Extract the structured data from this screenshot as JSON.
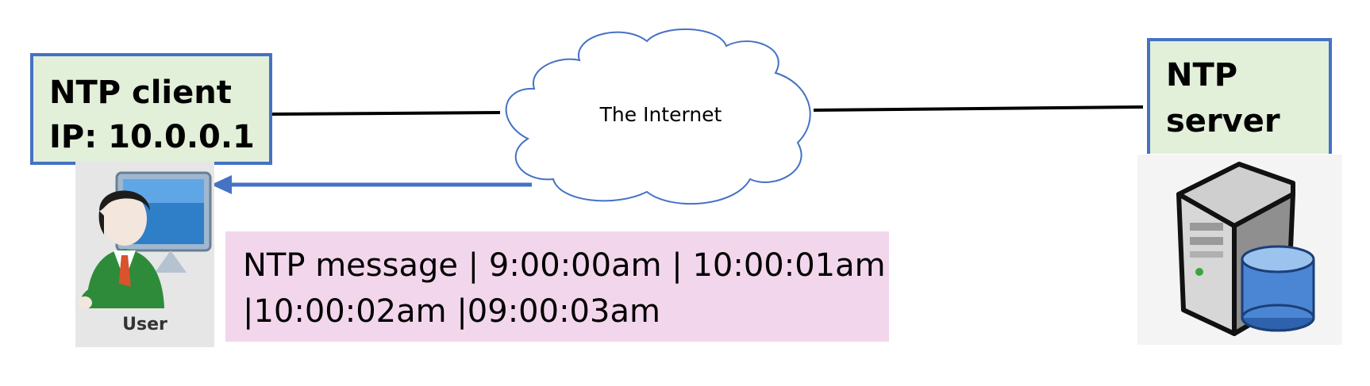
{
  "client": {
    "line1": "NTP client",
    "line2": "IP: 10.0.0.1"
  },
  "server": {
    "line1": "NTP",
    "line2": "server"
  },
  "cloud": {
    "label": "The Internet"
  },
  "user_icon": {
    "caption": "User",
    "icon": "user-at-computer-icon"
  },
  "server_icon": {
    "icon": "server-database-icon"
  },
  "message": {
    "line1": "NTP message  | 9:00:00am | 10:00:01am",
    "line2": "|10:00:02am |09:00:03am"
  },
  "colors": {
    "box_border": "#4472c4",
    "box_fill": "#e2efd9",
    "message_fill": "#f2d6ec",
    "arrow": "#4472c4",
    "link": "#000000"
  }
}
